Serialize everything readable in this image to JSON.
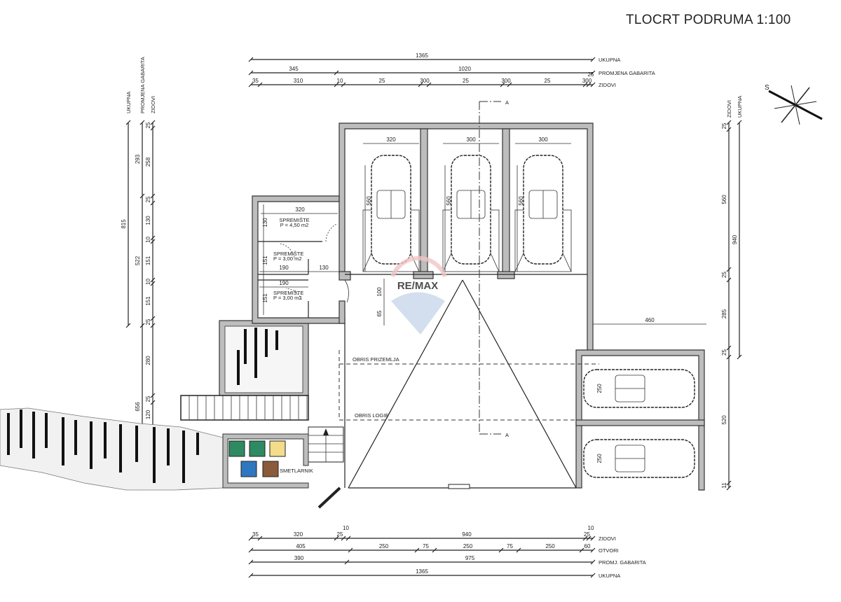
{
  "title": "TLOCRT PODRUMA 1:100",
  "top_dims": {
    "ukupna": {
      "label": "UKUPNA",
      "values": [
        "1365"
      ]
    },
    "promjena": {
      "label": "PROMJENA GABARITA",
      "values": [
        "345",
        "1020"
      ]
    },
    "zidovi": {
      "label": "ZIDOVI",
      "values": [
        "35",
        "310",
        "10",
        "25",
        "300",
        "25",
        "300",
        "25",
        "300",
        "25",
        "10"
      ]
    }
  },
  "bottom_dims": {
    "zidovi": {
      "label": "ZIDOVI",
      "values": [
        "35",
        "320",
        "25",
        "10",
        "940",
        "25",
        "10"
      ]
    },
    "otvori": {
      "label": "OTVORI",
      "values": [
        "405",
        "250",
        "75",
        "250",
        "75",
        "250",
        "60"
      ]
    },
    "promj": {
      "label": "PROMJ. GABARITA",
      "values": [
        "390",
        "975"
      ]
    },
    "ukupna": {
      "label": "UKUPNA",
      "values": [
        "1365"
      ]
    }
  },
  "left_dims": {
    "ukupna": {
      "label": "UKUPNA",
      "values": [
        "815"
      ]
    },
    "promjena": {
      "label": "PROMJENA GABARITA",
      "values": [
        "293",
        "522",
        "656"
      ]
    },
    "zidovi": {
      "label": "ZIDOVI",
      "values": [
        "25",
        "258",
        "25",
        "130",
        "10",
        "151",
        "10",
        "151",
        "25",
        "280",
        "25",
        "120"
      ]
    }
  },
  "right_dims": {
    "zidovi": {
      "label": "ZIDOVI",
      "values": [
        "25",
        "560",
        "25",
        "285",
        "25",
        "520",
        "11"
      ]
    },
    "ukupna": {
      "label": "UKUPNA",
      "values": [
        "940"
      ]
    }
  },
  "garage": {
    "bay_widths": [
      "320",
      "300",
      "300"
    ],
    "bay_depths": [
      "560",
      "560",
      "560"
    ],
    "side_bays": [
      "250",
      "250"
    ],
    "side_offset": "460",
    "ramp_dims": [
      "100",
      "65"
    ]
  },
  "storage": {
    "rooms": [
      {
        "name": "SPREMIŠTE",
        "area": "P = 4,50 m2"
      },
      {
        "name": "SPREMIŠTE",
        "area": "P = 3,00 m2"
      },
      {
        "name": "SPREMIŠTE",
        "area": "P = 3,00 m2"
      }
    ],
    "dims": [
      "320",
      "130",
      "151",
      "190",
      "130",
      "190",
      "151"
    ]
  },
  "outlines": {
    "ground_floor": "OBRIS PRIZEMLJA",
    "loggia": "OBRIS LOGIE"
  },
  "waste_room": {
    "label": "SMETLARNIK",
    "bin_colors": [
      "#2e8a62",
      "#2e8a62",
      "#f3dc8a",
      "#2f78c0",
      "#8a5a3a"
    ]
  },
  "section_marks": [
    "A",
    "A"
  ],
  "compass": {
    "label": "S"
  },
  "watermark": {
    "text": "RE/MAX",
    "color": "#c9d8ea",
    "accent": "#f2c4c4"
  }
}
